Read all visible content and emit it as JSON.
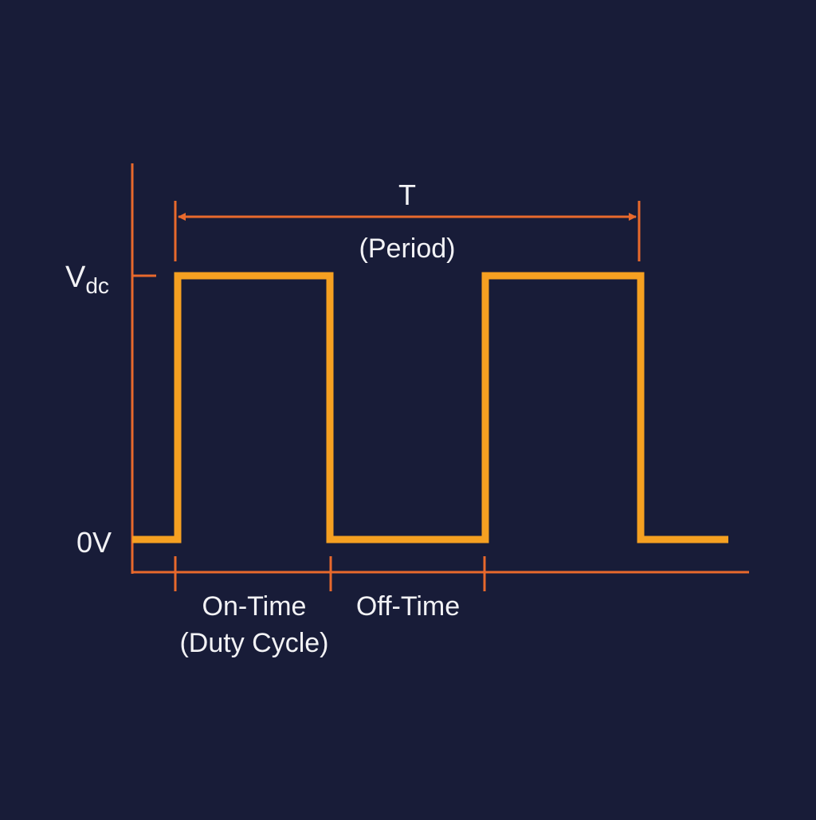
{
  "colors": {
    "background": "#181c38",
    "axis": "#e8692c",
    "signal": "#f5a021",
    "text": "#f2f2f5"
  },
  "period": {
    "symbol": "T",
    "label": "(Period)"
  },
  "levels": {
    "high_base": "V",
    "high_sub": "dc",
    "low": "0V"
  },
  "intervals": {
    "on_time_line1": "On-Time",
    "on_time_line2": "(Duty Cycle)",
    "off_time": "Off-Time"
  }
}
